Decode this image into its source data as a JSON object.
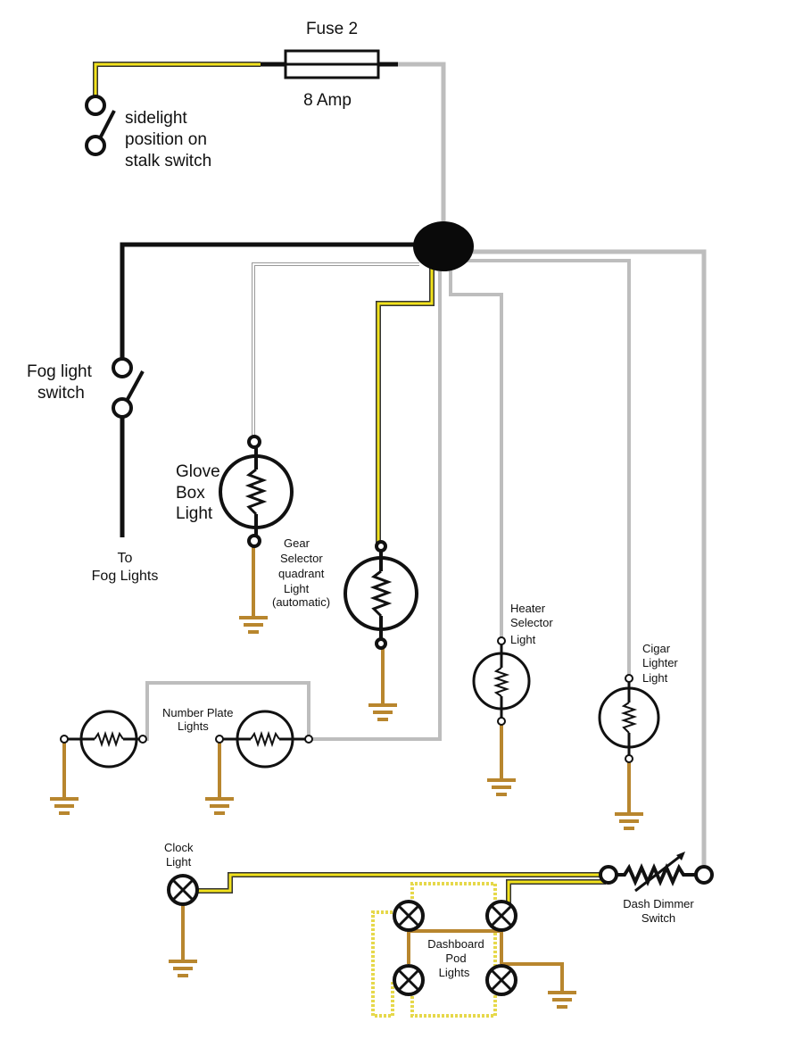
{
  "fuse": {
    "title": "Fuse 2",
    "rating": "8 Amp"
  },
  "labels": {
    "sidelight_line1": "sidelight",
    "sidelight_line2": "position on",
    "sidelight_line3": "stalk switch",
    "fog_switch_line1": "Fog light",
    "fog_switch_line2": "switch",
    "fog_lights_line1": "To",
    "fog_lights_line2": "Fog Lights",
    "glove_line1": "Glove",
    "glove_line2": "Box",
    "glove_line3": "Light",
    "gear_line1": "Gear",
    "gear_line2": "Selector",
    "gear_line3": "quadrant",
    "gear_line4": "Light",
    "gear_line5": "(automatic)",
    "heater_line1": "Heater",
    "heater_line2": "Selector",
    "heater_line3": "Light",
    "cigar_line1": "Cigar",
    "cigar_line2": "Lighter",
    "cigar_line3": "Light",
    "number_plate_line1": "Number Plate",
    "number_plate_line2": "Lights",
    "clock_line1": "Clock",
    "clock_line2": "Light",
    "dimmer_line1": "Dash Dimmer",
    "dimmer_line2": "Switch",
    "pod_line1": "Dashboard",
    "pod_line2": "Pod",
    "pod_line3": "Lights"
  },
  "colors": {
    "wire_yellow": "#f2e21c",
    "wire_black": "#111111",
    "wire_grey": "#bdbdbd",
    "wire_white_grey": "#dcdcdc",
    "wire_brown": "#b8862e",
    "earth": "#b8862e"
  }
}
